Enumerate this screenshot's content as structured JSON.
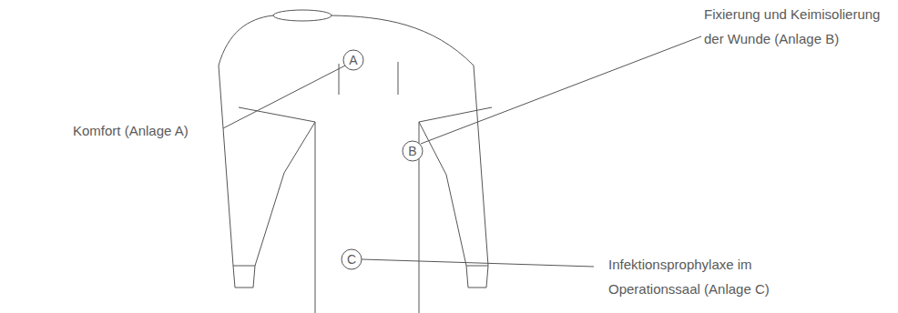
{
  "diagram": {
    "nodes": [
      {
        "text": [
          "A"
        ]
      },
      {
        "text": [
          "B"
        ]
      },
      {
        "text": [
          "C"
        ]
      }
    ],
    "labels": [
      "Fixierung und Keimisolierung der Wunde (Anlage B)",
      "Komfort (Anlage A)",
      "Infektionsprophylaxe im Operationssaal (Anlage C)"
    ]
  }
}
